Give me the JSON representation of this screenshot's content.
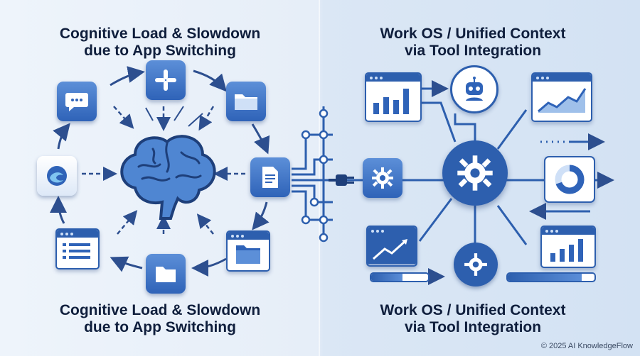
{
  "left_panel": {
    "title_top": [
      "Cognitive Load & Slowdown",
      "due to App Switching"
    ],
    "title_bottom": [
      "Cognitive Load & Slowdown",
      "due to App Switching"
    ]
  },
  "right_panel": {
    "title_top": [
      "Work OS / Unified Context",
      "via Tool Integration"
    ],
    "title_bottom": [
      "Work OS / Unified Context",
      "via Tool Integration"
    ]
  },
  "icons": {
    "left": [
      "chat-icon",
      "slack-icon",
      "folder-icon",
      "browser-icon",
      "document-icon",
      "list-window-icon",
      "folder-icon",
      "folder-icon",
      "brain-icon"
    ],
    "right": [
      "bar-chart-window-icon",
      "robot-icon",
      "line-chart-window-icon",
      "gear-icon",
      "donut-chart-icon",
      "trend-window-icon",
      "bar-chart-window-icon",
      "plug-icon"
    ]
  },
  "progress": {
    "bar_1": 0.55,
    "bar_2": 0.85
  },
  "colors": {
    "primary": "#2d5fae",
    "accent": "#5c8fd8",
    "background_left": "#eef4fb",
    "background_right": "#d3e2f3",
    "title": "#0f1e3c"
  },
  "footer": "© 2025 AI KnowledgeFlow"
}
